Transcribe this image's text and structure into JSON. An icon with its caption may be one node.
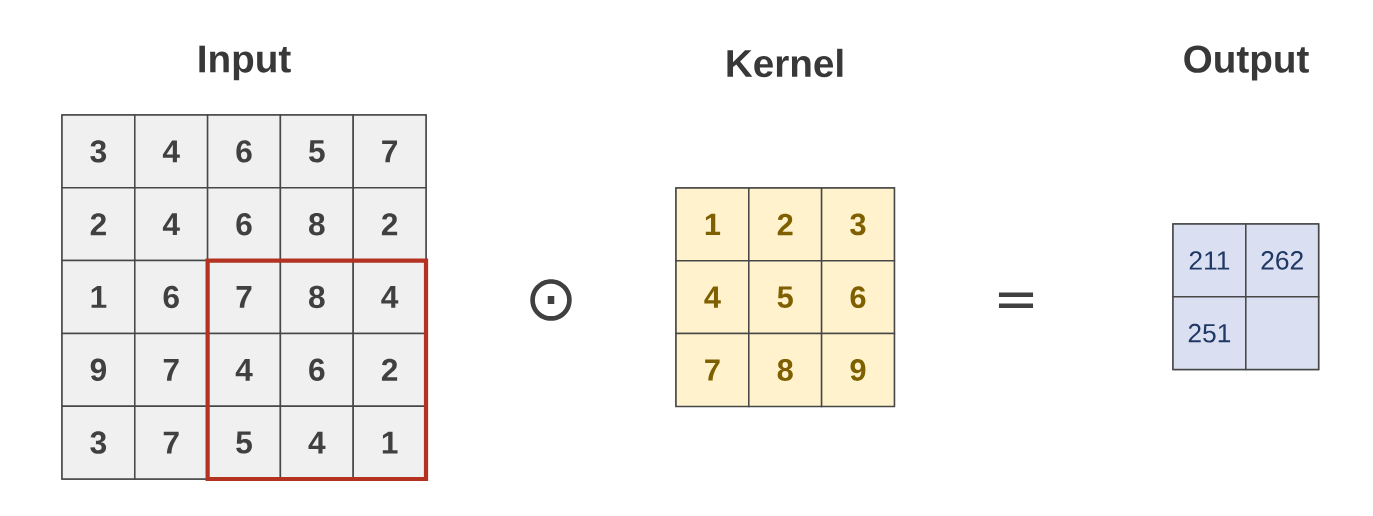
{
  "diagram": {
    "nodes": [
      {
        "text": [],
        "shape": "box"
      },
      {
        "text": [
          "3"
        ],
        "in": 0
      },
      {
        "text": [
          "4"
        ],
        "in": 0
      },
      {
        "text": [
          "6"
        ],
        "in": 0
      },
      {
        "text": [
          "5"
        ],
        "in": 0
      },
      {
        "text": [
          "7"
        ],
        "in": 0
      },
      {
        "text": [
          "2"
        ],
        "in": 0
      },
      {
        "text": [
          "4"
        ],
        "in": 0
      },
      {
        "text": [
          "6"
        ],
        "in": 0
      },
      {
        "text": [
          "8"
        ],
        "in": 0
      },
      {
        "text": [
          "2"
        ],
        "in": 0
      },
      {
        "text": [
          "1"
        ],
        "in": 0
      },
      {
        "text": [
          "6"
        ],
        "in": 0
      },
      {
        "text": [
          "7"
        ],
        "in": 0
      },
      {
        "text": [
          "8"
        ],
        "in": 0
      },
      {
        "text": [
          "4"
        ],
        "in": 0
      },
      {
        "text": [
          "9"
        ],
        "in": 0
      },
      {
        "text": [
          "7"
        ],
        "in": 0
      },
      {
        "text": [
          "4"
        ],
        "in": 0
      },
      {
        "text": [
          "6"
        ],
        "in": 0
      },
      {
        "text": [
          "2"
        ],
        "in": 0
      },
      {
        "text": [
          "3"
        ],
        "in": 0
      },
      {
        "text": [
          "7"
        ],
        "in": 0
      },
      {
        "text": [
          "5"
        ],
        "in": 0
      },
      {
        "text": [
          "4"
        ],
        "in": 0
      },
      {
        "text": [
          "1"
        ],
        "in": 0
      },
      {
        "text": [],
        "shape": "box"
      },
      {
        "text": [
          "1"
        ],
        "in": 26
      },
      {
        "text": [
          "2"
        ],
        "in": 26
      },
      {
        "text": [
          "3"
        ],
        "in": 26
      },
      {
        "text": [
          "4"
        ],
        "in": 26
      },
      {
        "text": [
          "5"
        ],
        "in": 26
      },
      {
        "text": [
          "6"
        ],
        "in": 26
      },
      {
        "text": [
          "7"
        ],
        "in": 26
      },
      {
        "text": [
          "8"
        ],
        "in": 26
      },
      {
        "text": [
          "9"
        ],
        "in": 26
      },
      {
        "text": [],
        "shape": "box"
      },
      {
        "text": [
          "211"
        ],
        "in": 36
      },
      {
        "text": [
          "262"
        ],
        "in": 36
      },
      {
        "text": [
          "251"
        ],
        "in": 36
      },
      {
        "text": [],
        "shape": "box",
        "in": 36
      }
    ],
    "labels": [
      "Input",
      "Kernel",
      "Output",
      "⊙",
      "="
    ]
  }
}
